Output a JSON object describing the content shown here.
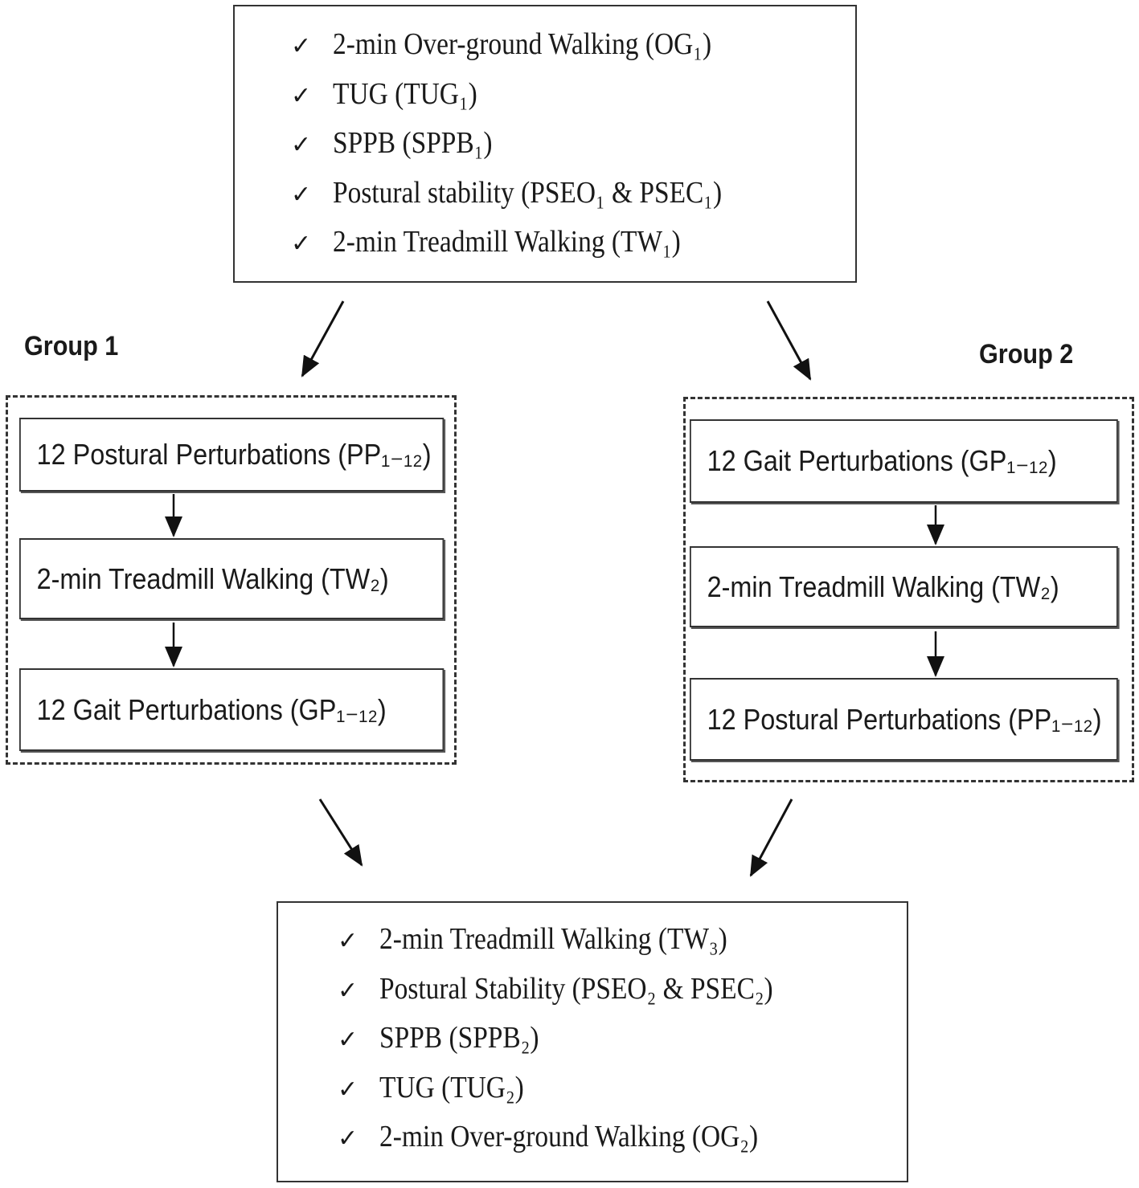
{
  "baseline_tests": [
    "2-min Over-ground Walking (OG₁)",
    "TUG (TUG₁)",
    "SPPB (SPPB₁)",
    "Postural stability (PSEO₁ & PSEC₁)",
    "2-min Treadmill Walking (TW₁)"
  ],
  "group1": {
    "label": "Group 1",
    "steps": [
      "12 Postural Perturbations (PP₁₋₁₂)",
      "2-min Treadmill Walking (TW₂)",
      "12 Gait Perturbations (GP₁₋₁₂)"
    ]
  },
  "group2": {
    "label": "Group 2",
    "steps": [
      "12 Gait Perturbations (GP₁₋₁₂)",
      "2-min Treadmill Walking (TW₂)",
      "12 Postural Perturbations (PP₁₋₁₂)"
    ]
  },
  "post_tests": [
    "2-min Treadmill Walking (TW₃)",
    "Postural Stability (PSEO₂ & PSEC₂)",
    "SPPB (SPPB₂)",
    "TUG (TUG₂)",
    "2-min Over-ground Walking (OG₂)"
  ],
  "check_symbol": "✓"
}
